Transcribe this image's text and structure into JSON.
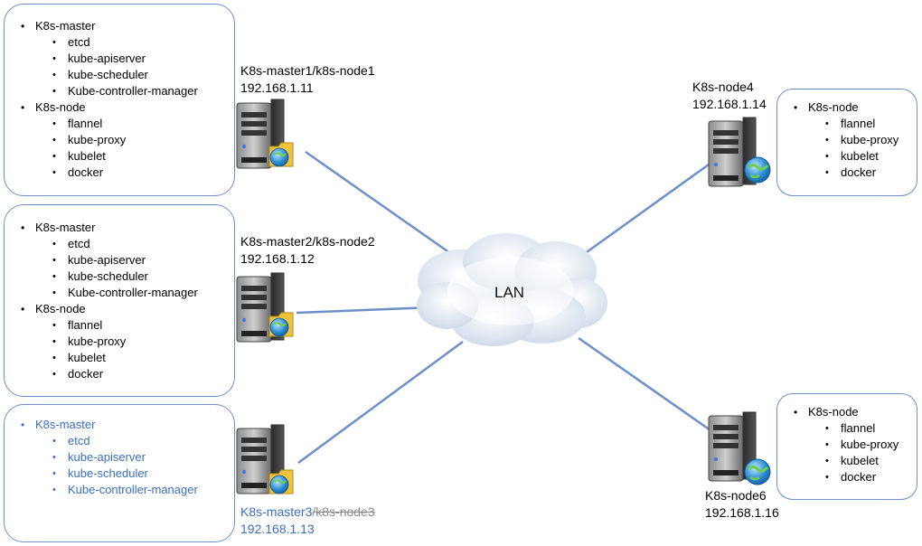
{
  "cloud": {
    "label": "LAN"
  },
  "hosts": {
    "h1": {
      "name": "K8s-master1/k8s-node1",
      "ip": "192.168.1.11"
    },
    "h2": {
      "name": "K8s-master2/k8s-node2",
      "ip": "192.168.1.12"
    },
    "h3": {
      "name_master": "K8s-master3",
      "name_sep": "/",
      "name_node_struck": "k8s-node3",
      "ip": "192.168.1.13"
    },
    "h4": {
      "name": "K8s-node4",
      "ip": "192.168.1.14"
    },
    "h6": {
      "name": "K8s-node6",
      "ip": "192.168.1.16"
    }
  },
  "boxes": {
    "b1": {
      "master": {
        "label": "K8s-master",
        "items": [
          "etcd",
          "kube-apiserver",
          "kube-scheduler",
          "Kube-controller-manager"
        ]
      },
      "node": {
        "label": "K8s-node",
        "items": [
          "flannel",
          "kube-proxy",
          "kubelet",
          "docker"
        ]
      }
    },
    "b2": {
      "master": {
        "label": "K8s-master",
        "items": [
          "etcd",
          "kube-apiserver",
          "kube-scheduler",
          "Kube-controller-manager"
        ]
      },
      "node": {
        "label": "K8s-node",
        "items": [
          "flannel",
          "kube-proxy",
          "kubelet",
          "docker"
        ]
      }
    },
    "b3": {
      "master": {
        "label": "K8s-master",
        "items": [
          "etcd",
          "kube-apiserver",
          "kube-scheduler",
          "Kube-controller-manager"
        ]
      }
    },
    "b4": {
      "node": {
        "label": "K8s-node",
        "items": [
          "flannel",
          "kube-proxy",
          "kubelet",
          "docker"
        ]
      }
    },
    "b6": {
      "node": {
        "label": "K8s-node",
        "items": [
          "flannel",
          "kube-proxy",
          "kubelet",
          "docker"
        ]
      }
    }
  },
  "colors": {
    "line": "#6f8fc9",
    "highlight_text": "#3a6fbf",
    "struck_text": "#8a8a8a"
  }
}
